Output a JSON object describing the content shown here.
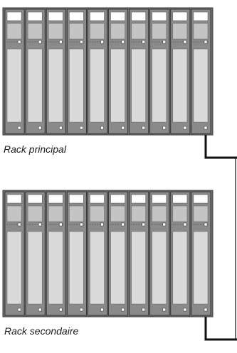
{
  "racks": [
    {
      "id": "main",
      "label": "Rack principal",
      "slots": 10
    },
    {
      "id": "secondary",
      "label": "Rack secondaire",
      "slots": 10
    }
  ],
  "colors": {
    "frame": "#6e6e6e",
    "module_face": "#dadada",
    "module_panel": "#c4c4c4",
    "slot_outline": "#2a2a2a",
    "cable": "#111111",
    "background": "#ffffff"
  }
}
